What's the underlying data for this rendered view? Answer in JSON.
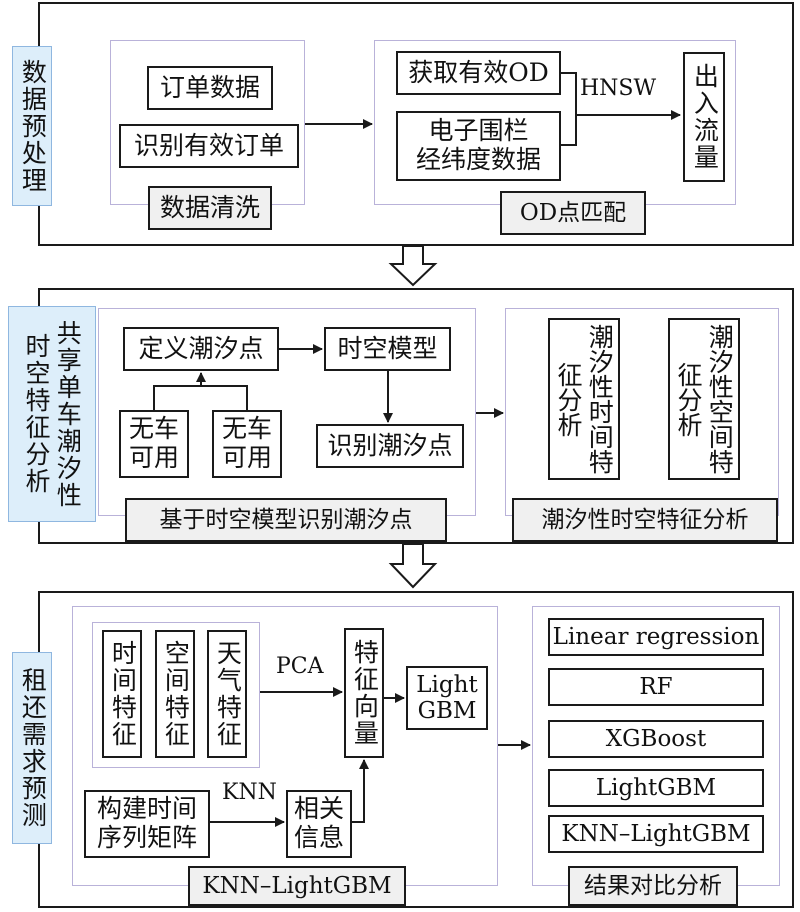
{
  "stage1": {
    "side_label": "数据预处理",
    "order_data": "订单数据",
    "identify_valid_orders": "识别有效订单",
    "data_cleaning": "数据清洗",
    "get_valid_od": "获取有效OD",
    "geofence_data": "电子围栏\n经纬度数据",
    "hnsw": "HNSW",
    "inout_flow": "出入流量",
    "od_matching": "OD点匹配"
  },
  "stage2": {
    "side_label": "共享单车潮汐性时空特征分析",
    "define_tidal_points": "定义潮汐点",
    "spatiotemporal_model": "时空模型",
    "no_bike_available": "无车\n可用",
    "no_car_available": "无车\n可用",
    "identify_tidal_points": "识别潮汐点",
    "caption_left": "基于时空模型识别潮汐点",
    "tidal_temporal": "潮汐性时间特征分析",
    "tidal_spatial": "潮汐性空间特征分析",
    "caption_right": "潮汐性时空特征分析"
  },
  "stage3": {
    "side_label": "租还需求预测",
    "time_feature": "时间特征",
    "space_feature": "空间特征",
    "weather_feature": "天气特征",
    "pca": "PCA",
    "feature_vector": "特征向量",
    "lightgbm_box": "Light\nGBM",
    "knn": "KNN",
    "build_ts_matrix": "构建时间\n序列矩阵",
    "related_info": "相关\n信息",
    "caption_left": "KNN–LightGBM",
    "models": [
      "Linear regression",
      "RF",
      "XGBoost",
      "LightGBM",
      "KNN–LightGBM"
    ],
    "caption_right": "结果对比分析"
  }
}
